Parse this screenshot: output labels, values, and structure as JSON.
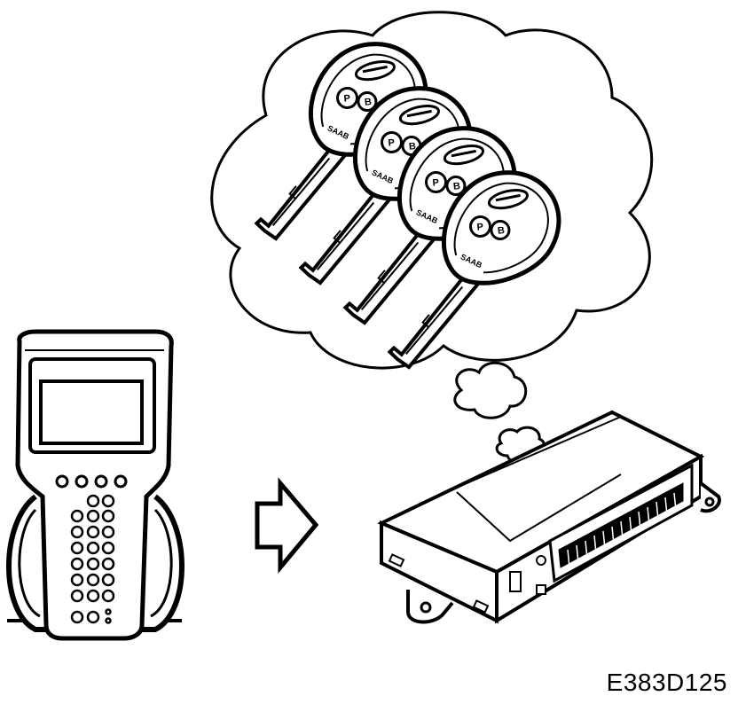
{
  "figure": {
    "code": "E383D125"
  },
  "keys": {
    "brand": "SAAB",
    "button_left": "P",
    "button_right": "B"
  },
  "icons": {
    "tester": "diagnostic-tester-icon",
    "arrow": "arrow-right-icon",
    "control_module": "control-module-icon",
    "thought_cloud": "thought-cloud-icon",
    "key": "car-key-icon"
  }
}
